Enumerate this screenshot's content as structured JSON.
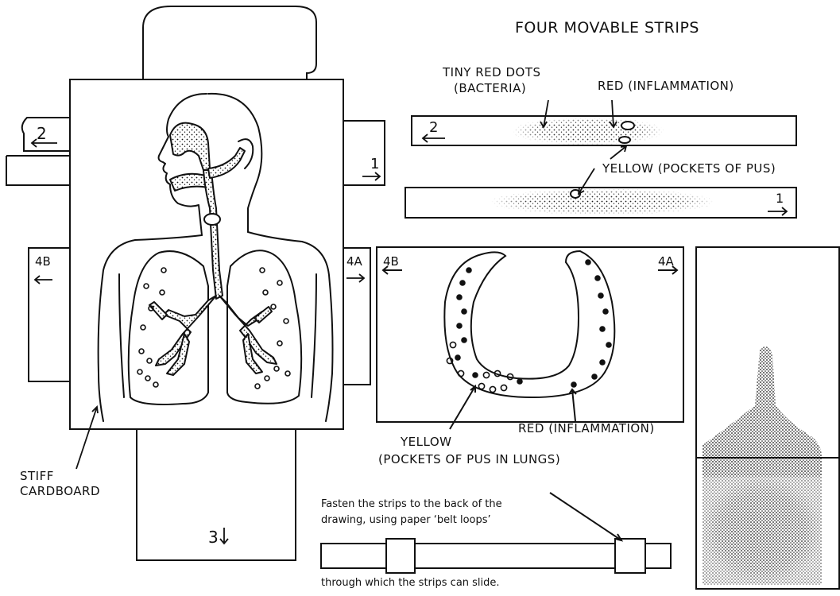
{
  "header": {
    "title": "FOUR MOVABLE STRIPS"
  },
  "labels": {
    "bacteria_line1": "TINY RED DOTS",
    "bacteria_line2": "(BACTERIA)",
    "red_inflammation_top": "RED (INFLAMMATION)",
    "yellow_pus_top": "YELLOW (POCKETS OF PUS)",
    "yellow_lungs_line1": "YELLOW",
    "yellow_lungs_line2": "(POCKETS OF PUS IN LUNGS)",
    "red_inflammation_lungs": "RED (INFLAMMATION)",
    "stiff_line1": "STIFF",
    "stiff_line2": "CARDBOARD"
  },
  "strips": {
    "strip_2": "2",
    "strip_1": "1",
    "strip_3": "3",
    "strip_4a": "4A",
    "strip_4b": "4B"
  },
  "instructions": {
    "line1": "Fasten the strips to the back of the",
    "line2": "drawing, using paper ‘belt loops’",
    "line3": "through which the strips can slide."
  },
  "colors": {
    "ink": "#111111",
    "paper": "#ffffff"
  }
}
